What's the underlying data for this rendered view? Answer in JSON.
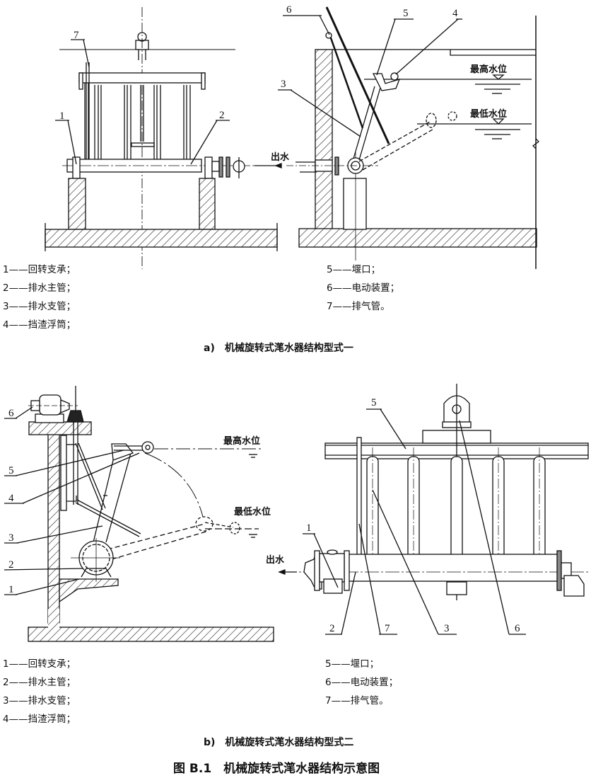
{
  "diagram_a": {
    "labels": {
      "n1": "1",
      "n2": "2",
      "n3": "3",
      "n4": "4",
      "n5": "5",
      "n6": "6",
      "n7": "7"
    },
    "outflow": "出水",
    "max_water": "最高水位",
    "min_water": "最低水位",
    "legend_left": [
      "1——回转支承；",
      "2——排水主管；",
      "3——排水支管；",
      "4——挡渣浮筒；"
    ],
    "legend_right": [
      "5——堰口；",
      "6——电动装置；",
      "7——排气管。"
    ],
    "caption": "a)　机械旋转式滗水器结构型式一"
  },
  "diagram_b": {
    "labels": {
      "n1": "1",
      "n2": "2",
      "n3": "3",
      "n4": "4",
      "n5": "5",
      "n6": "6",
      "n7": "7"
    },
    "outflow": "出水",
    "max_water": "最高水位",
    "min_water": "最低水位",
    "legend_left": [
      "1——回转支承；",
      "2——排水主管；",
      "3——排水支管；",
      "4——挡渣浮筒；"
    ],
    "legend_right": [
      "5——堰口；",
      "6——电动装置；",
      "7——排气管。"
    ],
    "caption": "b)　机械旋转式滗水器结构型式二"
  },
  "figure_title": "图 B.1　机械旋转式滗水器结构示意图"
}
